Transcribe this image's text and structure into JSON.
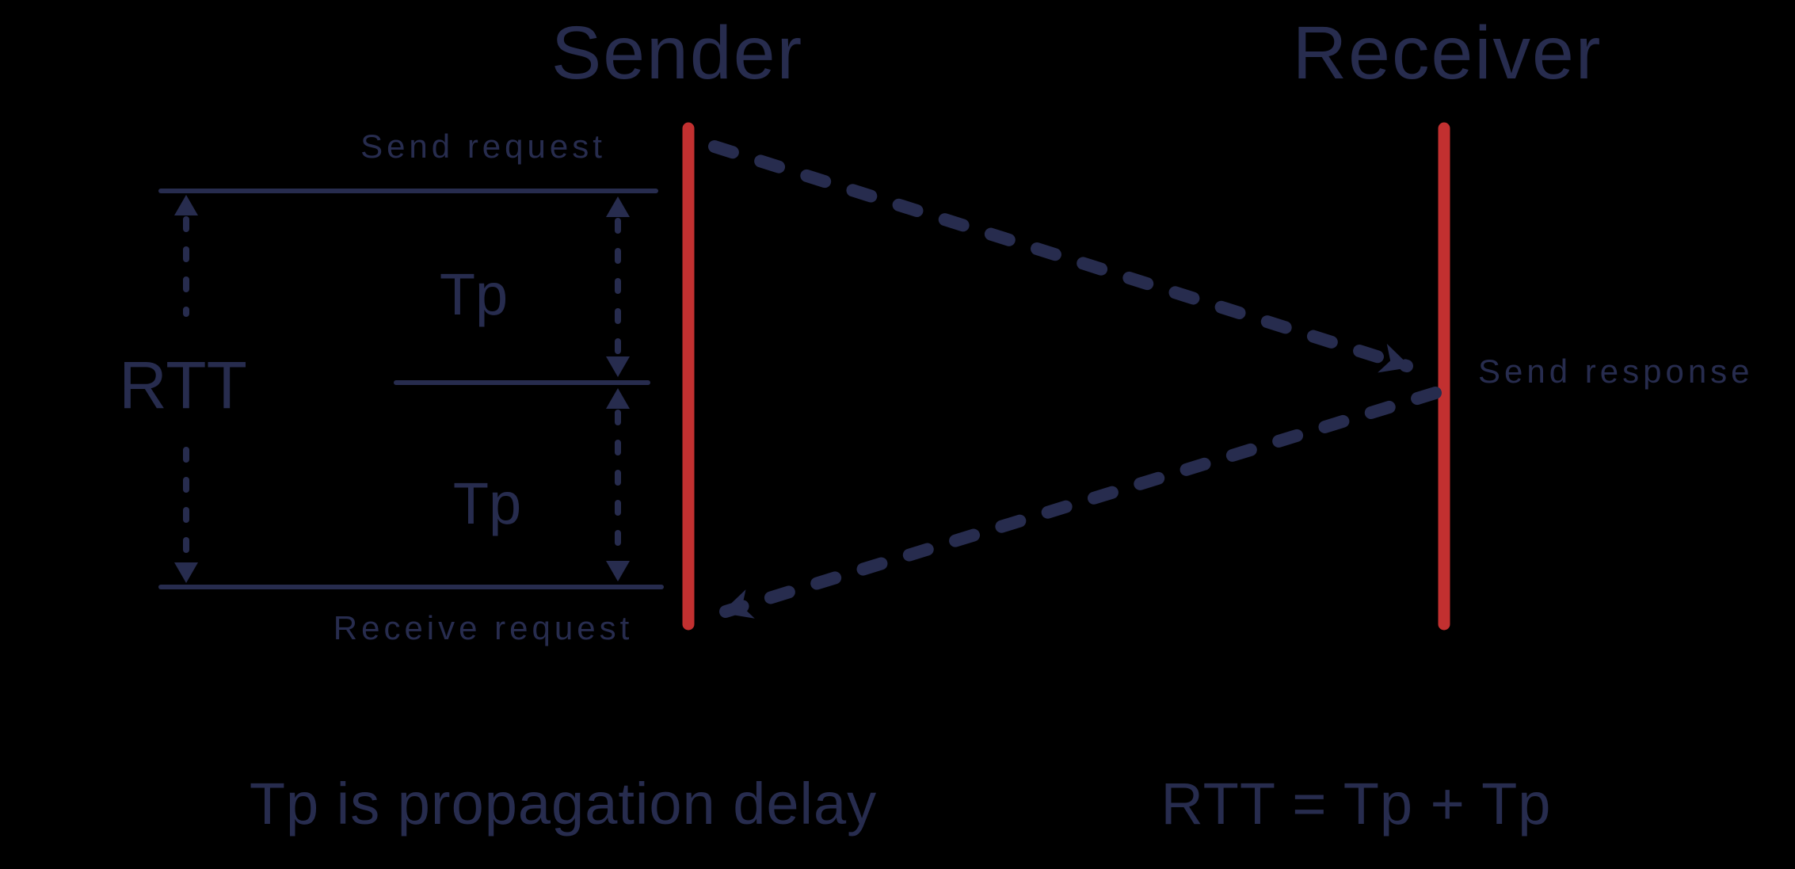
{
  "nodes": {
    "sender": "Sender",
    "receiver": "Receiver"
  },
  "events": {
    "send_request": "Send request",
    "receive_request": "Receive request",
    "send_response": "Send response"
  },
  "measurements": {
    "rtt": "RTT",
    "tp_upper": "Tp",
    "tp_lower": "Tp"
  },
  "captions": {
    "tp_definition": "Tp is propagation delay",
    "rtt_formula": "RTT = Tp + Tp"
  },
  "colors": {
    "navy": "#272c4e",
    "red": "#c23030",
    "background": "#000000"
  }
}
